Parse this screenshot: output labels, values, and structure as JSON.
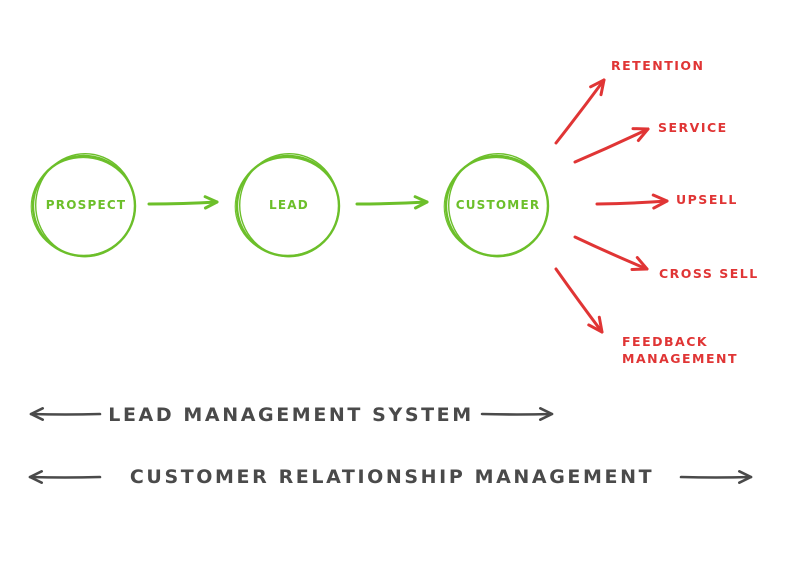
{
  "colors": {
    "stage": "#6cbf2a",
    "outcome": "#e03535",
    "system": "#4a4a4a"
  },
  "stages": [
    {
      "label": "PROSPECT"
    },
    {
      "label": "LEAD"
    },
    {
      "label": "CUSTOMER"
    }
  ],
  "outcomes": [
    {
      "label": "RETENTION"
    },
    {
      "label": "SERVICE"
    },
    {
      "label": "UPSELL"
    },
    {
      "label": "CROSS SELL"
    },
    {
      "label": "FEEDBACK\nMANAGEMENT"
    }
  ],
  "systems": [
    {
      "label": "LEAD MANAGEMENT SYSTEM"
    },
    {
      "label": "CUSTOMER RELATIONSHIP MANAGEMENT"
    }
  ]
}
